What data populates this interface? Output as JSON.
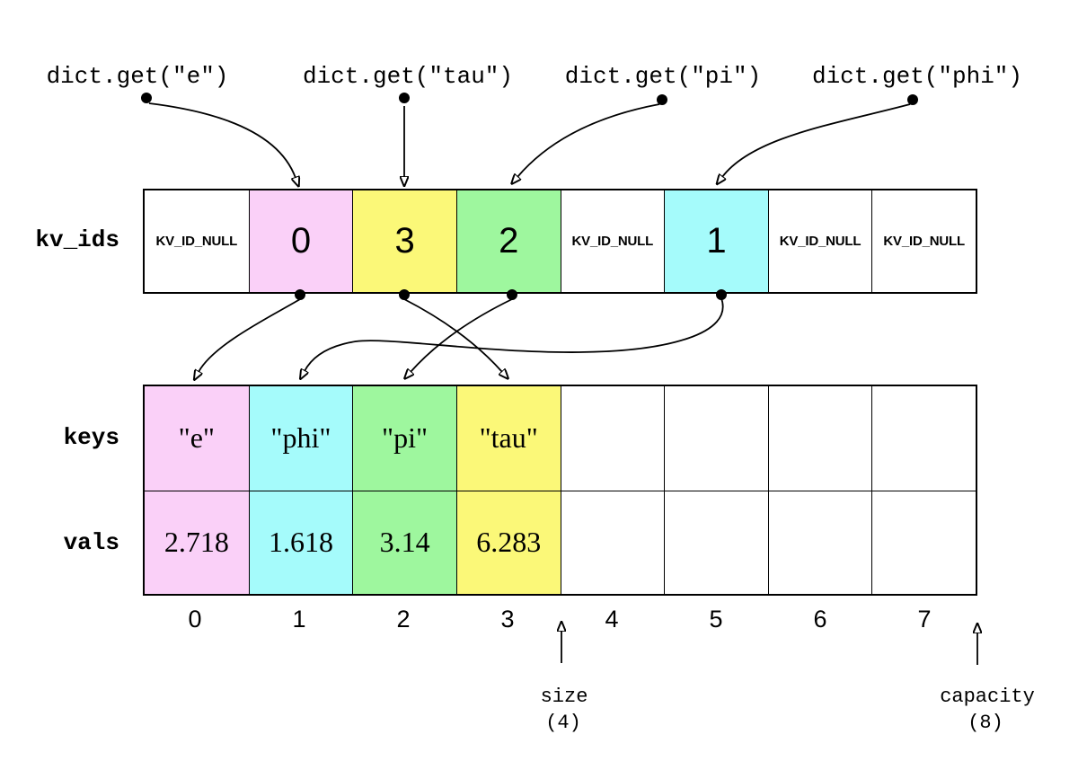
{
  "calls": [
    {
      "label": "dict.get(\"e\")"
    },
    {
      "label": "dict.get(\"tau\")"
    },
    {
      "label": "dict.get(\"pi\")"
    },
    {
      "label": "dict.get(\"phi\")"
    }
  ],
  "rows": {
    "kv_ids": {
      "label": "kv_ids",
      "cells": [
        "KV_ID_NULL",
        "0",
        "3",
        "2",
        "KV_ID_NULL",
        "1",
        "KV_ID_NULL",
        "KV_ID_NULL"
      ]
    },
    "keys": {
      "label": "keys",
      "cells": [
        "\"e\"",
        "\"phi\"",
        "\"pi\"",
        "\"tau\"",
        "",
        "",
        "",
        ""
      ]
    },
    "vals": {
      "label": "vals",
      "cells": [
        "2.718",
        "1.618",
        "3.14",
        "6.283",
        "",
        "",
        "",
        ""
      ]
    }
  },
  "indices": [
    "0",
    "1",
    "2",
    "3",
    "4",
    "5",
    "6",
    "7"
  ],
  "markers": {
    "size_label": "size",
    "size_value": "(4)",
    "capacity_label": "capacity",
    "capacity_value": "(8)"
  },
  "colors": {
    "pink": "#FAD0F8",
    "cyan": "#A5FBFB",
    "green": "#9EF79E",
    "yellow": "#FBF878",
    "white": "#FFFFFF",
    "line": "#000000"
  },
  "cell_fills": {
    "kv_ids": [
      "#FFFFFF",
      "#FAD0F8",
      "#FBF878",
      "#9EF79E",
      "#FFFFFF",
      "#A5FBFB",
      "#FFFFFF",
      "#FFFFFF"
    ],
    "keys": [
      "#FAD0F8",
      "#A5FBFB",
      "#9EF79E",
      "#FBF878",
      "#FFFFFF",
      "#FFFFFF",
      "#FFFFFF",
      "#FFFFFF"
    ],
    "vals": [
      "#FAD0F8",
      "#A5FBFB",
      "#9EF79E",
      "#FBF878",
      "#FFFFFF",
      "#FFFFFF",
      "#FFFFFF",
      "#FFFFFF"
    ]
  }
}
